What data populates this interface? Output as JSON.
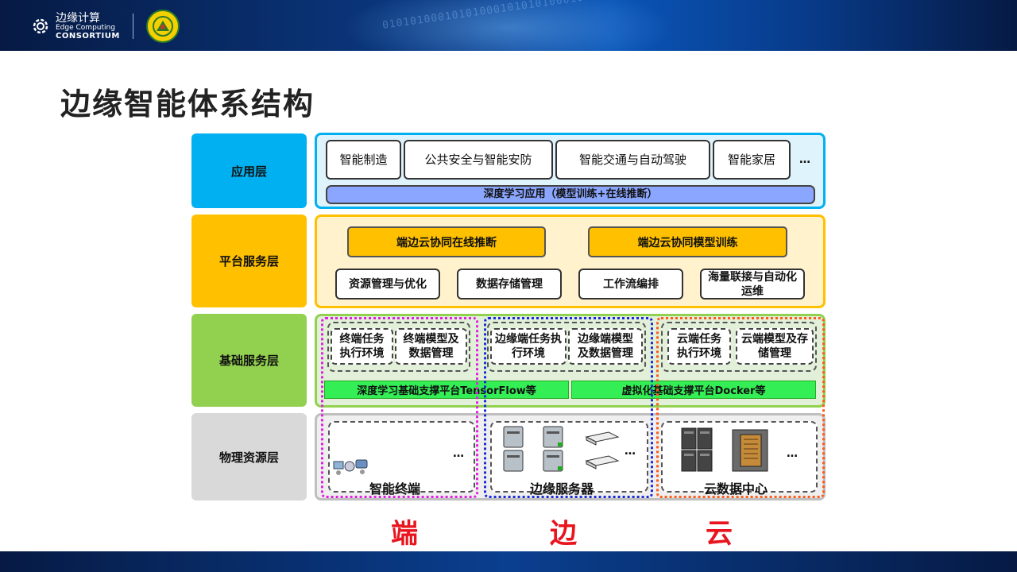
{
  "header": {
    "logo_cn": "边缘计算",
    "logo_en1": "Edge Computing",
    "logo_en2": "CONSORTIUM",
    "bits": "0101010001010100010101010001010",
    "emblem_icon": "university-emblem-icon"
  },
  "title": "边缘智能体系结构",
  "layers": {
    "app": "应用层",
    "platform": "平台服务层",
    "basic": "基础服务层",
    "physical": "物理资源层"
  },
  "app": {
    "items": [
      "智能制造",
      "公共安全与智能安防",
      "智能交通与自动驾驶",
      "智能家居"
    ],
    "more": "…",
    "bar": "深度学习应用（模型训练+在线推断）"
  },
  "platform": {
    "gold": [
      "端边云协同在线推断",
      "端边云协同模型训练"
    ],
    "items": [
      "资源管理与优化",
      "数据存储管理",
      "工作流编排",
      "海量联接与自动化运维"
    ]
  },
  "basic": {
    "end": [
      "终端任务执行环境",
      "终端模型及数据管理"
    ],
    "edge": [
      "边缘端任务执行环境",
      "边缘端模型及数据管理"
    ],
    "cloud": [
      "云端任务执行环境",
      "云端模型及存储管理"
    ],
    "bars": [
      "深度学习基础支撑平台TensorFlow等",
      "虚拟化基础支撑平台Docker等"
    ]
  },
  "physical": {
    "captions": [
      "智能终端",
      "边缘服务器",
      "云数据中心"
    ],
    "more": "…",
    "icons": [
      "devices-icon",
      "server-icon",
      "datacenter-icon"
    ]
  },
  "tiers": [
    "端",
    "边",
    "云"
  ],
  "colors": {
    "app": "#00b0f0",
    "platform": "#ffc000",
    "basic": "#92d050",
    "physical": "#d9d9d9",
    "end": "#e020e0",
    "edge": "#1a2ad8",
    "cloud": "#ff5a1a",
    "tier_text": "#e8141e"
  }
}
